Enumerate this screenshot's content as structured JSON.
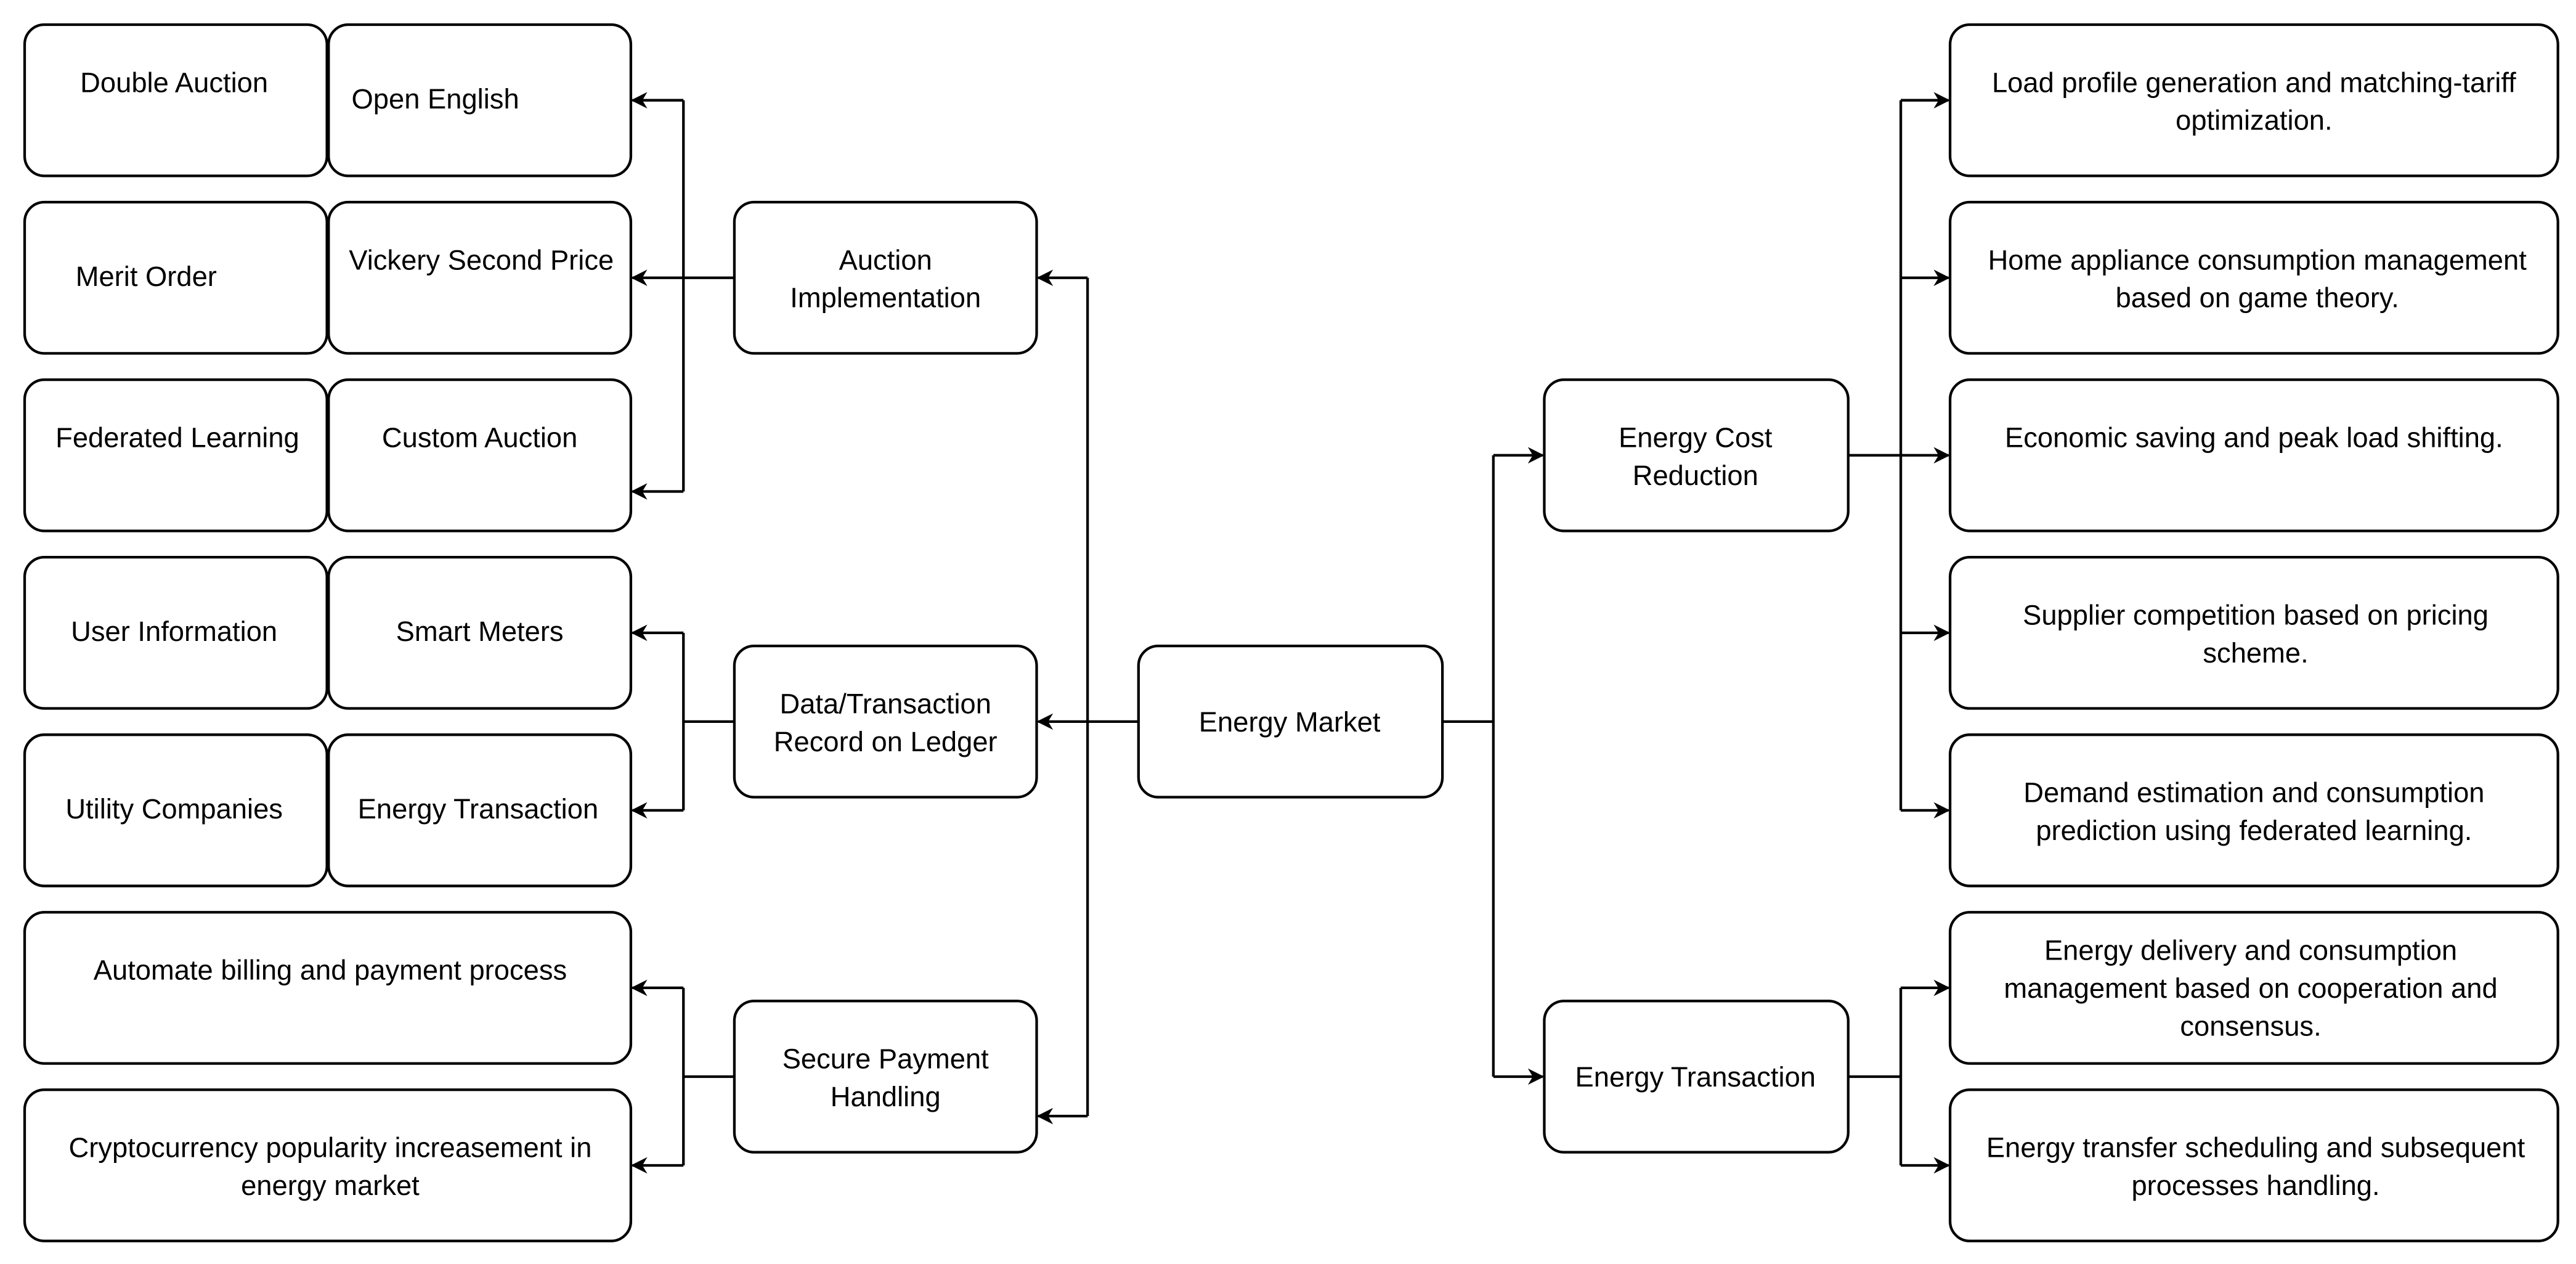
{
  "center": {
    "label": "Energy Market"
  },
  "left": {
    "auction": {
      "lines": [
        "Auction",
        "Implementation"
      ],
      "children": {
        "open_english": "Open English",
        "vickery": "Vickery Second Price",
        "custom": "Custom Auction",
        "double_auction": "Double Auction",
        "merit_order": "Merit Order",
        "federated": "Federated Learning"
      }
    },
    "ledger": {
      "lines": [
        "Data/Transaction",
        "Record on Ledger"
      ],
      "children": {
        "smart_meters": "Smart Meters",
        "energy_transaction": "Energy Transaction",
        "user_info": "User Information",
        "utility": "Utility Companies"
      }
    },
    "payment": {
      "lines": [
        "Secure Payment",
        "Handling"
      ],
      "children": {
        "billing": [
          "Automate billing and payment process"
        ],
        "crypto": [
          "Cryptocurrency popularity increasement in",
          "energy market"
        ]
      }
    }
  },
  "right": {
    "cost": {
      "lines": [
        "Energy Cost",
        "Reduction"
      ],
      "children": [
        [
          "Load profile generation and matching-tariff",
          "optimization."
        ],
        [
          "Home appliance consumption management",
          "based on game theory."
        ],
        [
          "Economic saving and peak load shifting."
        ],
        [
          "Supplier competition based on pricing",
          "scheme."
        ],
        [
          "Demand estimation and consumption",
          "prediction using federated learning."
        ]
      ]
    },
    "transaction": {
      "lines": [
        "Energy Transaction"
      ],
      "children": [
        [
          "Energy delivery and consumption",
          "management based on cooperation and",
          "consensus."
        ],
        [
          "Energy transfer scheduling and subsequent",
          "processes handling."
        ]
      ]
    }
  }
}
